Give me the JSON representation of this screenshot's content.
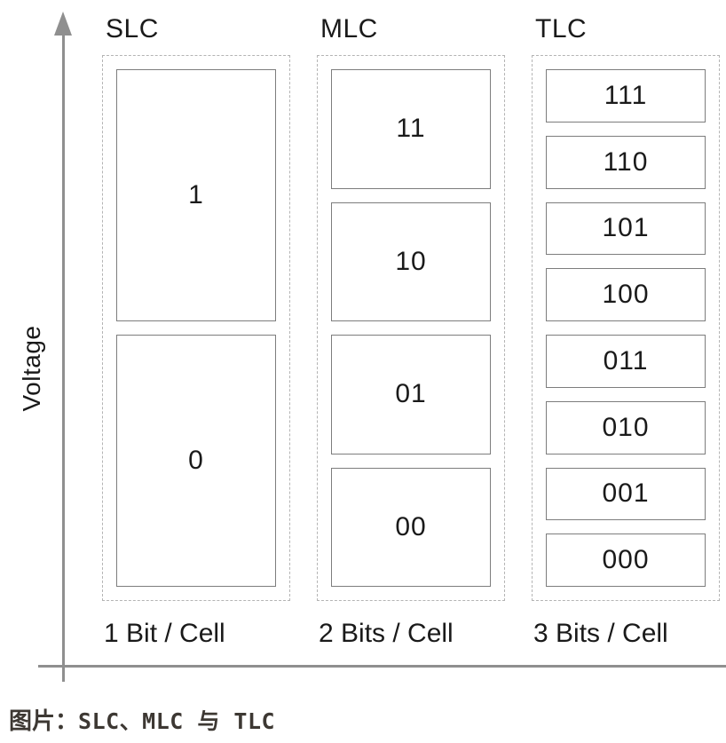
{
  "figure": {
    "y_axis_label": "Voltage",
    "columns": [
      {
        "title": "SLC",
        "caption": "1 Bit / Cell",
        "levels": [
          "1",
          "0"
        ]
      },
      {
        "title": "MLC",
        "caption": "2 Bits / Cell",
        "levels": [
          "11",
          "10",
          "01",
          "00"
        ]
      },
      {
        "title": "TLC",
        "caption": "3 Bits / Cell",
        "levels": [
          "111",
          "110",
          "101",
          "100",
          "011",
          "010",
          "001",
          "000"
        ]
      }
    ],
    "caption": {
      "prefix": "图片：",
      "terms": "SLC、MLC 与 TLC"
    },
    "colors": {
      "axis": "#8f8f8f",
      "box_border": "#7d7d7d",
      "dashed_border": "#b4b4b4",
      "text": "#1a1a1a",
      "caption_text": "#3d3833",
      "bg": "#ffffff"
    }
  }
}
